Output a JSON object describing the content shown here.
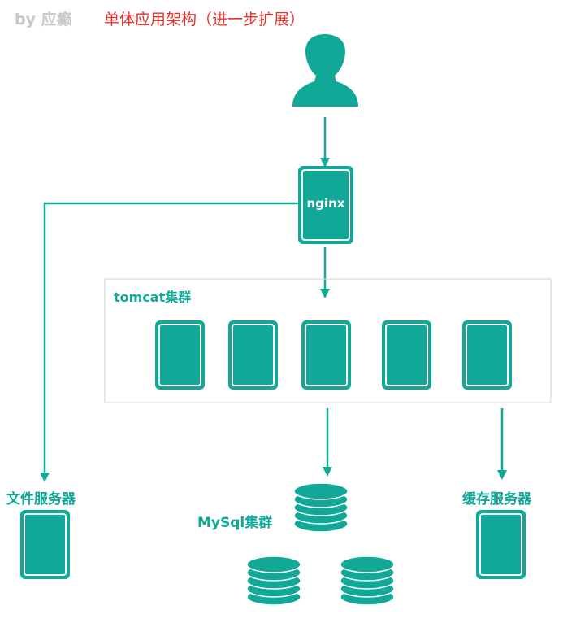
{
  "header": {
    "author": "by 应癫",
    "title": "单体应用架构（进一步扩展）"
  },
  "nodes": {
    "nginx": "nginx",
    "tomcat_cluster": "tomcat集群",
    "file_server": "文件服务器",
    "mysql_cluster": "MySql集群",
    "cache_server": "缓存服务器"
  },
  "colors": {
    "teal": "#12a898",
    "border": "#d9d9d9",
    "title_red": "#e8332d",
    "author_gray": "#c8c8c8"
  },
  "icons": [
    "user-icon",
    "server-icon",
    "database-icon",
    "arrow-icon"
  ]
}
